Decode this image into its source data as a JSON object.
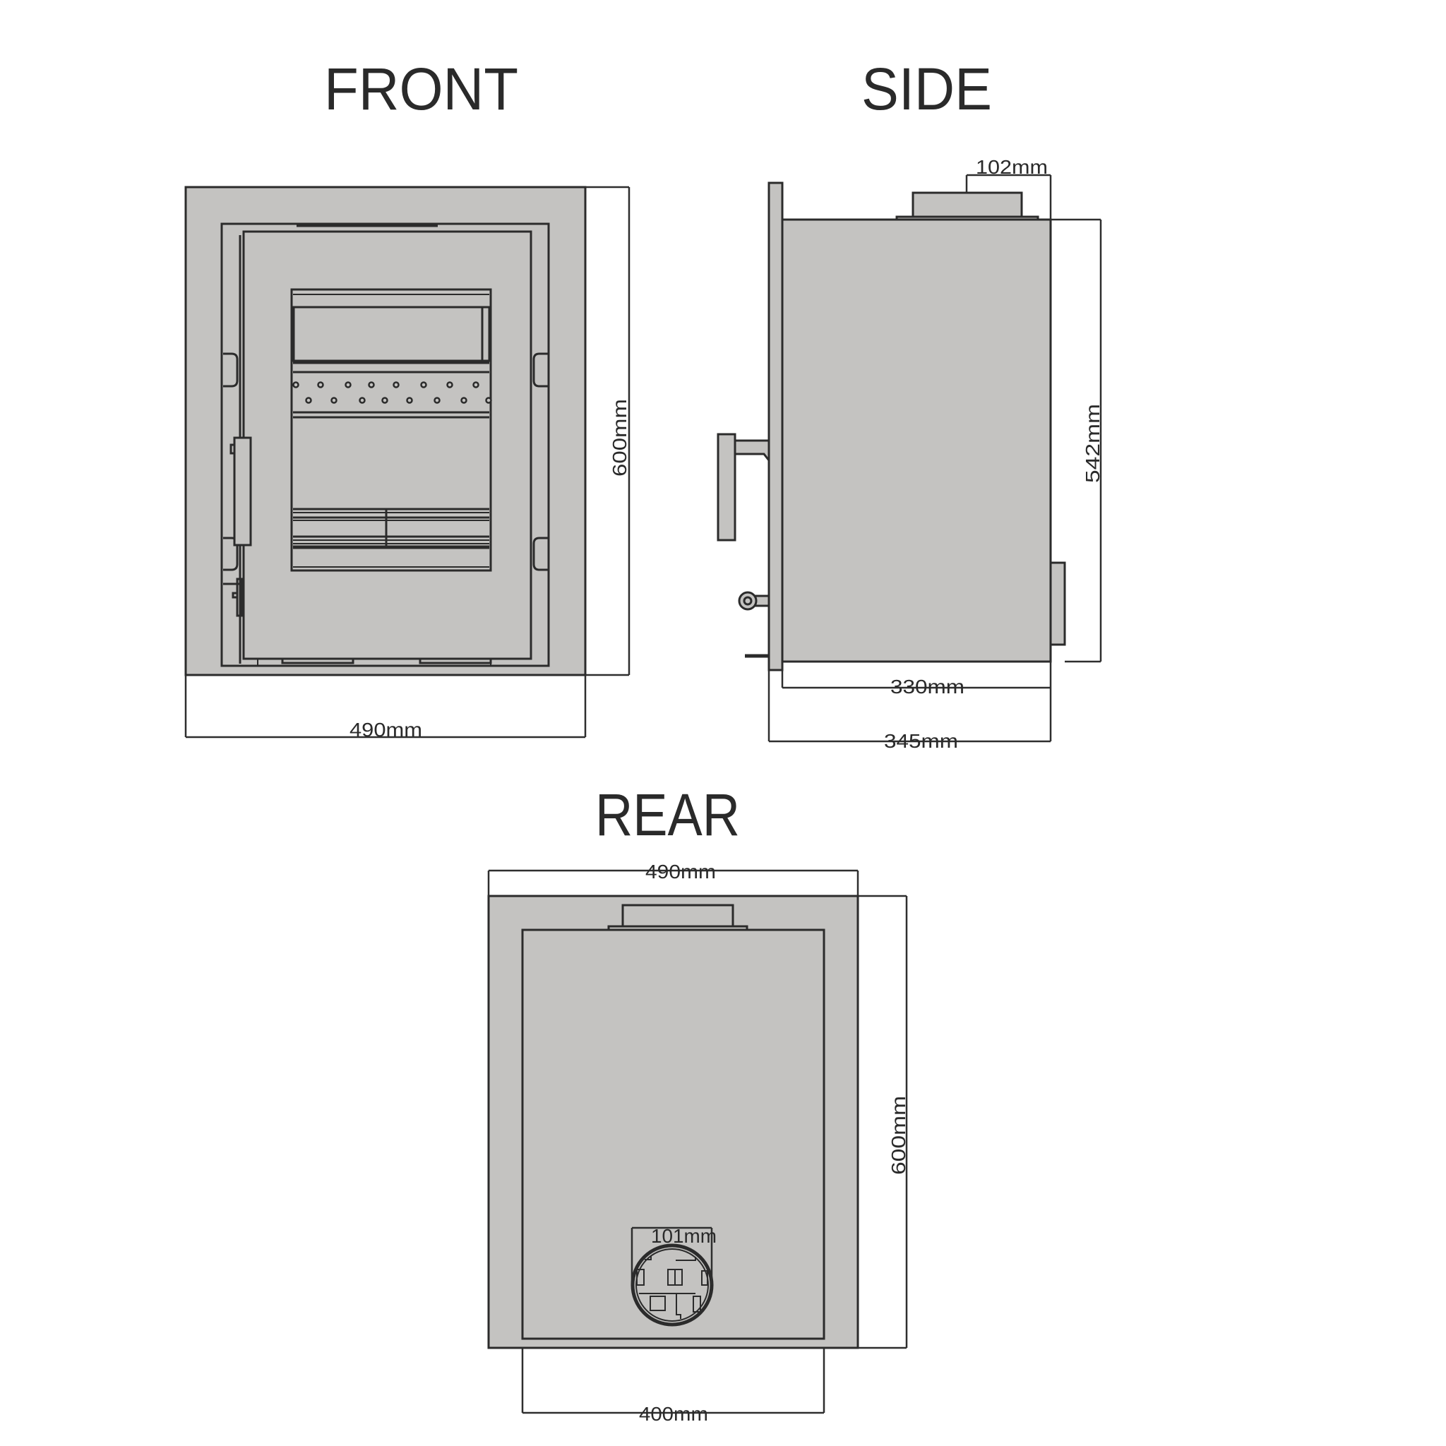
{
  "views": {
    "front": {
      "title": "FRONT",
      "dims": {
        "height": "600mm",
        "width": "490mm"
      }
    },
    "side": {
      "title": "SIDE",
      "dims": {
        "flue": "102mm",
        "height": "542mm",
        "body_depth": "330mm",
        "overall_depth": "345mm"
      }
    },
    "rear": {
      "title": "REAR",
      "dims": {
        "width": "490mm",
        "height": "600mm",
        "spigot": "101mm",
        "body_width": "400mm"
      }
    }
  },
  "colors": {
    "panel_fill": "#c4c3c1",
    "line": "#2b2b2b",
    "background": "#ffffff"
  }
}
